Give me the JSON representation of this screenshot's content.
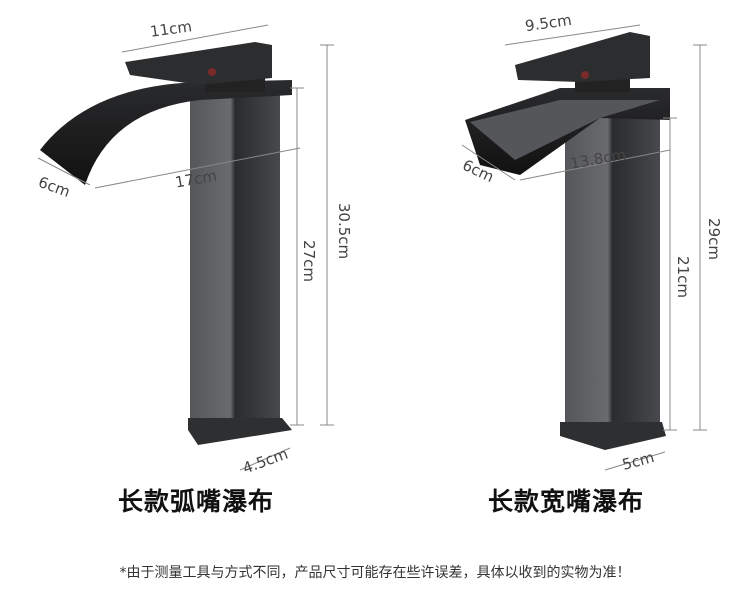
{
  "products": [
    {
      "title": "长款弧嘴瀑布",
      "dimensions": {
        "handle_length": "11cm",
        "spout_length": "17cm",
        "spout_width": "6cm",
        "total_height": "30.5cm",
        "body_height": "27cm",
        "base_width": "4.5cm"
      }
    },
    {
      "title": "长款宽嘴瀑布",
      "dimensions": {
        "handle_length": "9.5cm",
        "spout_length": "13.8cm",
        "spout_width": "6cm",
        "total_height": "29cm",
        "body_height": "21cm",
        "base_width": "5cm"
      }
    }
  ],
  "note": "*由于测量工具与方式不同，产品尺寸可能存在些许误差，具体以收到的实物为准！",
  "colors": {
    "faucet": "#3a3b3e",
    "dimension_line": "#888888"
  }
}
